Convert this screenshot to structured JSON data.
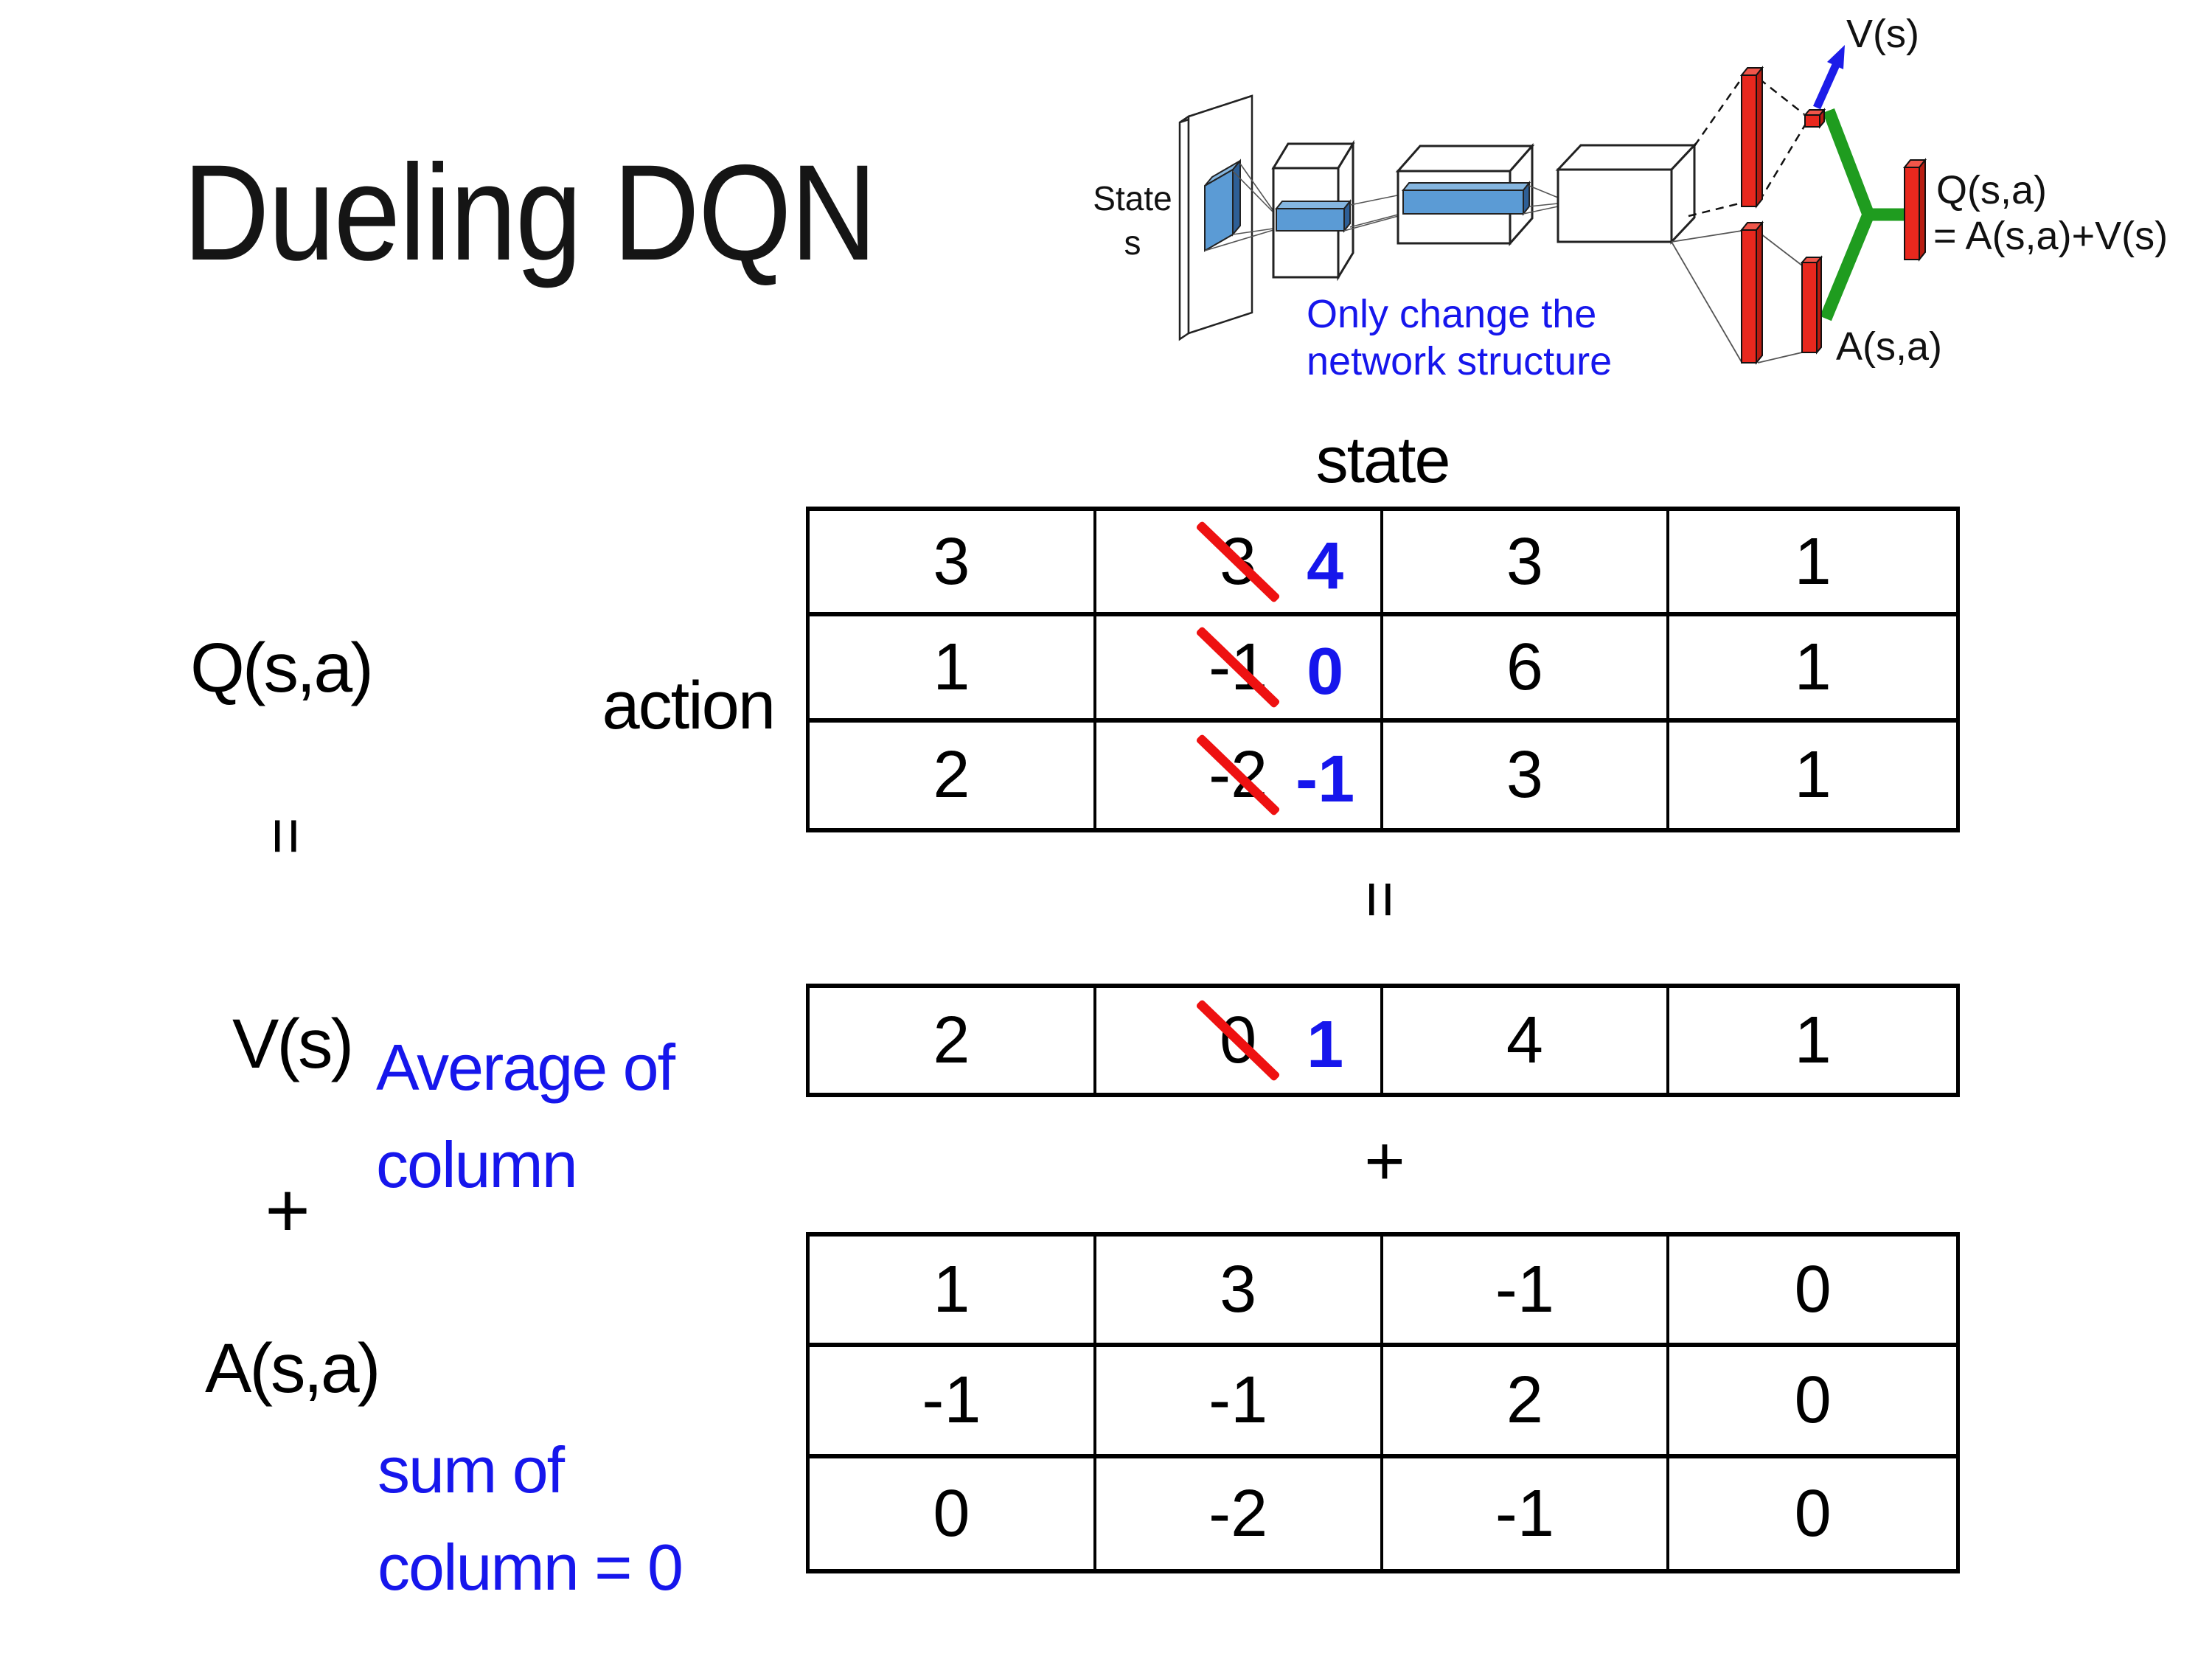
{
  "slide": {
    "title": "Dueling DQN",
    "background": "#ffffff"
  },
  "colors": {
    "accent_blue": "#1616EC",
    "strike_red": "#EE1111",
    "bar_red": "#E8281E",
    "bar_red_dark": "#B81D12",
    "bar_red_light": "#F0564A",
    "conv_blue": "#5B9BD5",
    "conv_blue_dark": "#2E5F96",
    "conv_blue_light": "#85B6E0",
    "link_green": "#1F9C1F",
    "text_black": "#000000"
  },
  "diagram": {
    "state_label": "State",
    "state_symbol": "s",
    "note_line1": "Only change the",
    "note_line2": "network structure",
    "v_output": "V(s)",
    "a_output": "A(s,a)",
    "q_output": "Q(s,a)",
    "q_formula": "= A(s,a)+V(s)"
  },
  "decomposition": {
    "q_label": "Q(s,a)",
    "equals": "=",
    "v_label": "V(s)",
    "plus": "+",
    "a_label": "A(s,a)",
    "avg_note_line1": "Average of",
    "avg_note_line2": "column",
    "sum_note_line1": "sum of",
    "sum_note_line2": "column = 0",
    "state_header": "state",
    "action_label": "action",
    "matrix_equals": "=",
    "matrix_plus": "+"
  },
  "matrices": {
    "q": {
      "label": "Q(s,a)",
      "rows": [
        [
          {
            "value": "3"
          },
          {
            "value": "3",
            "replaced_by": "4"
          },
          {
            "value": "3"
          },
          {
            "value": "1"
          }
        ],
        [
          {
            "value": "1"
          },
          {
            "value": "-1",
            "replaced_by": "0"
          },
          {
            "value": "6"
          },
          {
            "value": "1"
          }
        ],
        [
          {
            "value": "2"
          },
          {
            "value": "-2",
            "replaced_by": "-1"
          },
          {
            "value": "3"
          },
          {
            "value": "1"
          }
        ]
      ]
    },
    "v": {
      "label": "V(s)",
      "rows": [
        [
          {
            "value": "2"
          },
          {
            "value": "0",
            "replaced_by": "1"
          },
          {
            "value": "4"
          },
          {
            "value": "1"
          }
        ]
      ]
    },
    "a": {
      "label": "A(s,a)",
      "rows": [
        [
          {
            "value": "1"
          },
          {
            "value": "3"
          },
          {
            "value": "-1"
          },
          {
            "value": "0"
          }
        ],
        [
          {
            "value": "-1"
          },
          {
            "value": "-1"
          },
          {
            "value": "2"
          },
          {
            "value": "0"
          }
        ],
        [
          {
            "value": "0"
          },
          {
            "value": "-2"
          },
          {
            "value": "-1"
          },
          {
            "value": "0"
          }
        ]
      ]
    }
  }
}
